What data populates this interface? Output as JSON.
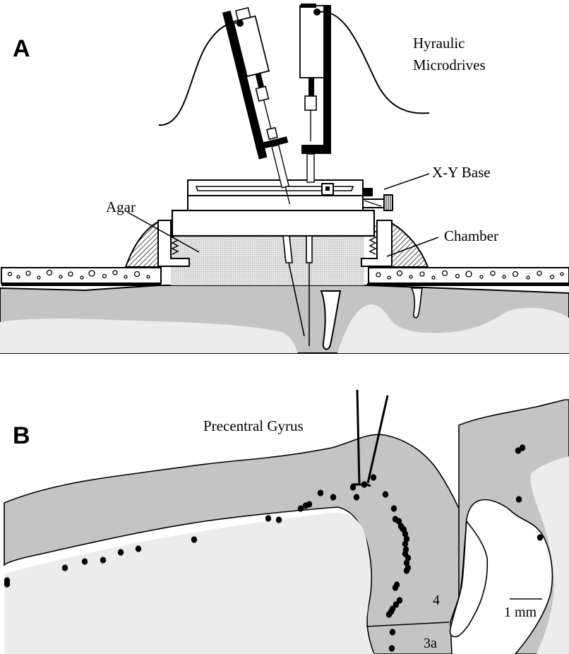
{
  "panel_a": {
    "letter": "A",
    "labels": {
      "microdrives_line1": "Hyraulic",
      "microdrives_line2": "Microdrives",
      "xy_base": "X-Y Base",
      "agar": "Agar",
      "chamber": "Chamber"
    }
  },
  "panel_b": {
    "letter": "B",
    "labels": {
      "gyrus": "Precentral Gyrus",
      "area_4": "4",
      "area_3a": "3a",
      "scale": "1 mm"
    }
  },
  "colors": {
    "grey_matter": "#c4c4c4",
    "white_matter": "#ececec",
    "agar_fill": "#dcdcdc",
    "line": "#000000"
  }
}
